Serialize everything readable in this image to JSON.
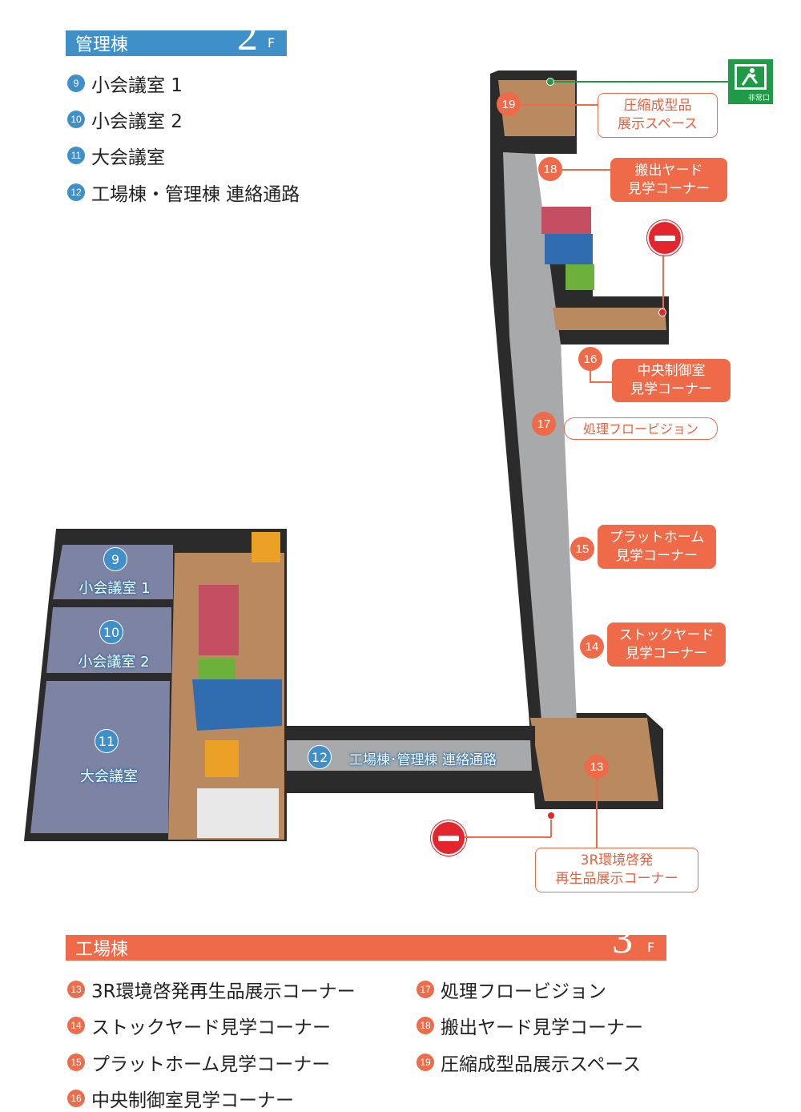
{
  "admin_building": {
    "header_title": "管理棟",
    "floor_number": "2",
    "floor_suffix": "F",
    "header_color": "#3f8fc9",
    "items": [
      {
        "num": "9",
        "label": "小会議室 1"
      },
      {
        "num": "10",
        "label": "小会議室 2"
      },
      {
        "num": "11",
        "label": "大会議室"
      },
      {
        "num": "12",
        "label": "工場棟・管理棟 連絡通路"
      }
    ]
  },
  "factory_building": {
    "header_title": "工場棟",
    "floor_number": "3",
    "floor_suffix": "F",
    "header_color": "#ee6a48",
    "items": [
      {
        "num": "13",
        "label": "3R環境啓発再生品展示コーナー"
      },
      {
        "num": "14",
        "label": "ストックヤード見学コーナー"
      },
      {
        "num": "15",
        "label": "プラットホーム見学コーナー"
      },
      {
        "num": "16",
        "label": "中央制御室見学コーナー"
      },
      {
        "num": "17",
        "label": "処理フロービジョン"
      },
      {
        "num": "18",
        "label": "搬出ヤード見学コーナー"
      },
      {
        "num": "19",
        "label": "圧縮成型品展示スペース"
      }
    ]
  },
  "map": {
    "rooms": {
      "small1": {
        "num": "9",
        "label": "小会議室 1"
      },
      "small2": {
        "num": "10",
        "label": "小会議室 2"
      },
      "large": {
        "num": "11",
        "label": "大会議室"
      },
      "corridor": {
        "num": "12",
        "label": "工場棟･管理棟 連絡通路"
      }
    },
    "callouts": {
      "c19": {
        "num": "19",
        "line1": "圧縮成型品",
        "line2": "展示スペース"
      },
      "c18": {
        "num": "18",
        "line1": "搬出ヤード",
        "line2": "見学コーナー"
      },
      "c16": {
        "num": "16",
        "line1": "中央制御室",
        "line2": "見学コーナー"
      },
      "c17": {
        "num": "17",
        "line1": "処理フロービジョン"
      },
      "c15": {
        "num": "15",
        "line1": "プラットホーム",
        "line2": "見学コーナー"
      },
      "c14": {
        "num": "14",
        "line1": "ストックヤード",
        "line2": "見学コーナー"
      },
      "c13": {
        "num": "13",
        "line1": "3R環境啓発",
        "line2": "再生品展示コーナー"
      }
    },
    "exit_sign_label": "非常口"
  }
}
